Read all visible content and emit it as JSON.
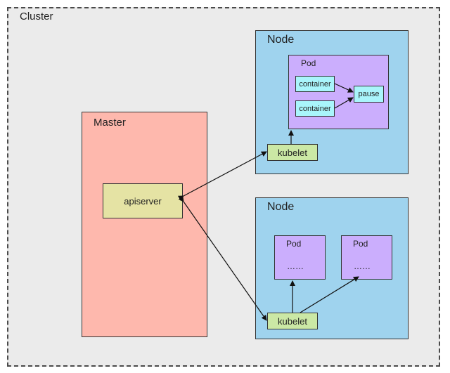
{
  "cluster": {
    "label": "Cluster"
  },
  "master": {
    "label": "Master",
    "apiserver_label": "apiserver"
  },
  "node1": {
    "label": "Node",
    "pod": {
      "label": "Pod",
      "containers": [
        "container",
        "container"
      ],
      "pause_label": "pause"
    },
    "kubelet_label": "kubelet"
  },
  "node2": {
    "label": "Node",
    "pods": [
      {
        "label": "Pod",
        "content": "……"
      },
      {
        "label": "Pod",
        "content": "……"
      }
    ],
    "kubelet_label": "kubelet"
  },
  "colors": {
    "cluster_bg": "#ebebeb",
    "master_bg": "#feb8ad",
    "node_bg": "#9fd3ee",
    "pod_bg": "#cbaefd",
    "container_bg": "#a9f5fb",
    "kubelet_bg": "#cbe8a5",
    "apiserver_bg": "#e5e3a4"
  }
}
